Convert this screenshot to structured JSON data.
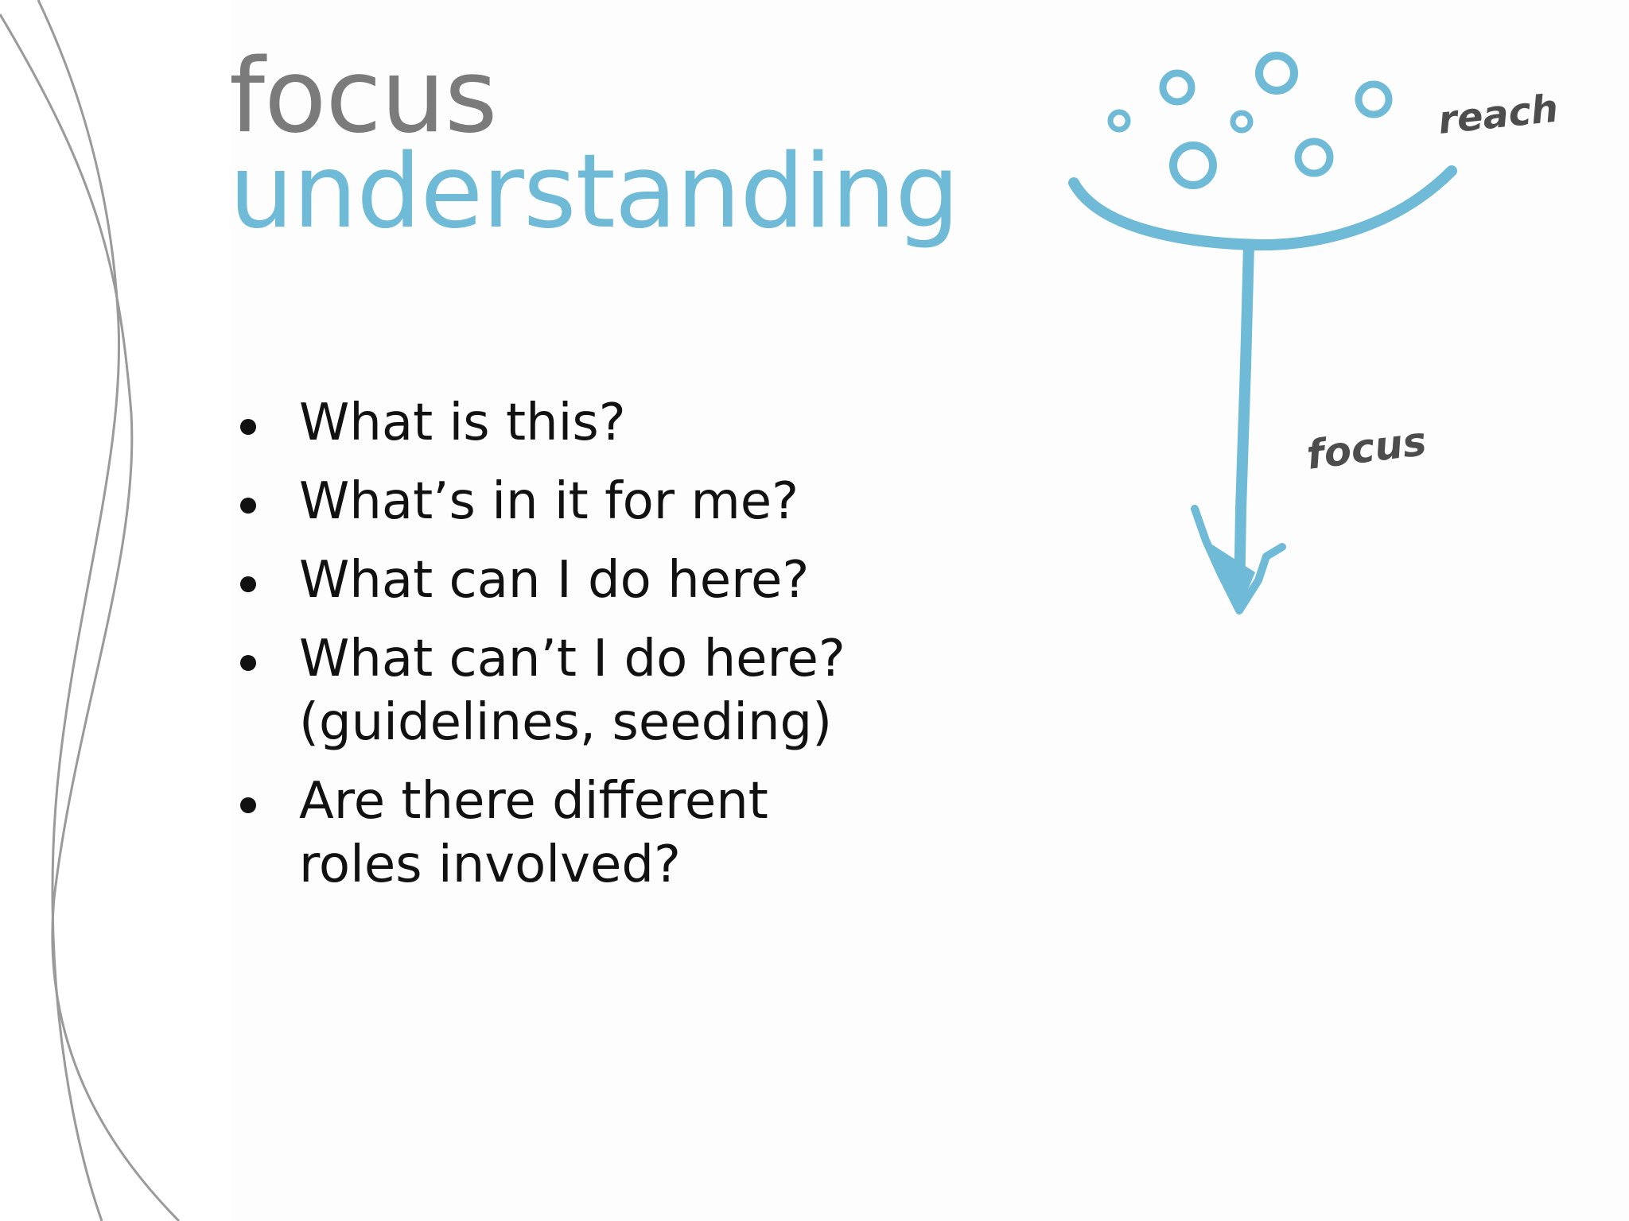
{
  "slide": {
    "title_line_1": "focus",
    "title_line_2": "understanding",
    "bullets": [
      {
        "text": "What is this?"
      },
      {
        "text": "What’s in it for me?"
      },
      {
        "text": "What can I do here?"
      },
      {
        "text": "What can’t I do here? (guidelines, seeding)"
      },
      {
        "text": "Are there different roles involved?"
      }
    ]
  },
  "diagram": {
    "label_reach": "reach",
    "label_focus": "focus"
  },
  "colors": {
    "title_grey": "#7b7b7b",
    "accent_blue": "#6fbad6",
    "text": "#111111",
    "decor_line": "#9a9a9a",
    "handwriting": "#4d4d4d"
  }
}
